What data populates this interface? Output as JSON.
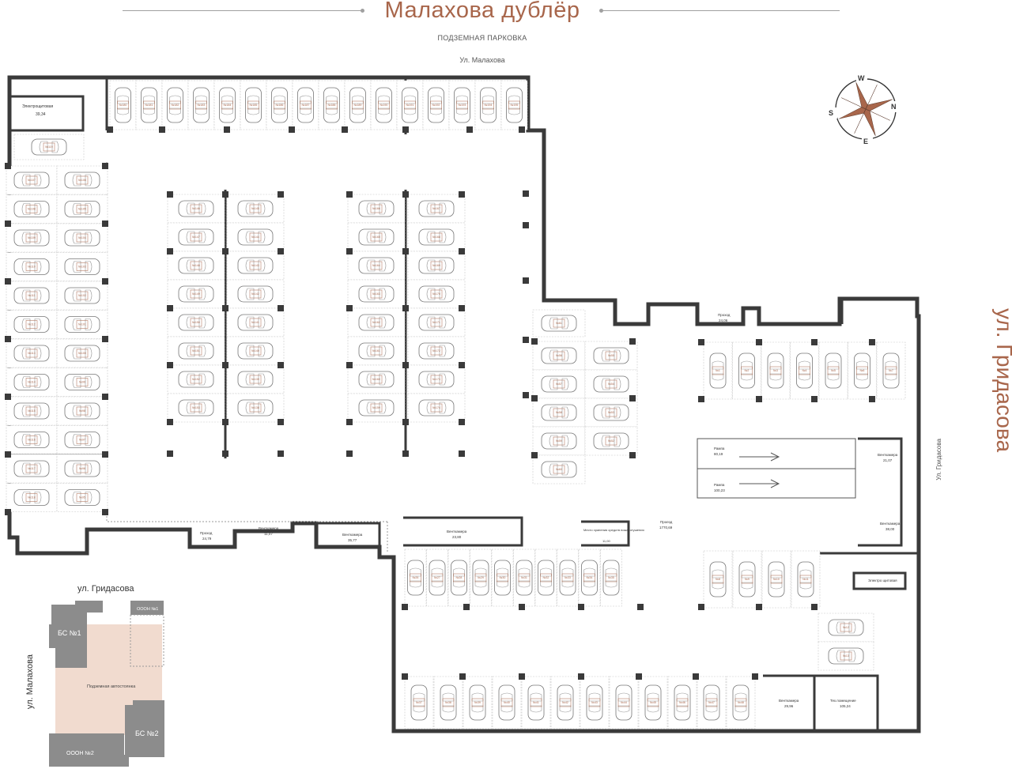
{
  "header": {
    "title": "Малахова дублёр",
    "subtitle": "ПОДЗЕМНАЯ ПАРКОВКА"
  },
  "streets": {
    "top": "Ул. Малахова",
    "right_big": "ул. Гридасова",
    "right_small": "Ул. Гридасова"
  },
  "compass": {
    "n": "N",
    "s": "S",
    "e": "E",
    "w": "W"
  },
  "rooms": {
    "elec": "Электрощитовая",
    "elec_area": "39,34",
    "vent_1": "Венткамера",
    "vent_1_area": "11,07",
    "vent_2": "Венткамера",
    "vent_2_area": "35,77",
    "vent_3": "Венткамера",
    "vent_3_area": "23,80",
    "vent_4": "Венткамера",
    "vent_4_area": "21,07",
    "vent_5": "Венткамера",
    "vent_5_area": "38,00",
    "vent_6": "Венткамера",
    "vent_6_area": "29,96",
    "pass_1": "Проход",
    "pass_1_area": "24,79",
    "pass_2": "Проход",
    "pass_2_area": "24,06",
    "drive": "Проезд",
    "drive_area": "1770,69",
    "ramp_1": "Рампа",
    "ramp_1_area": "80,19",
    "ramp_2": "Рампа",
    "ramp_2_area": "100,23",
    "storage": "Место хранения средств пожаротушения",
    "storage_area": "11,00",
    "elec_2": "Электро щитовая",
    "elec_2_area": "",
    "pump": "Тех.помещение",
    "pump_area": "105,24"
  },
  "keymap": {
    "street_top": "ул. Гридасова",
    "street_left": "ул. Малахова",
    "bs1": "БС №1",
    "bs2": "БС №2",
    "ooon1": "ОООН №1",
    "ooon2": "ОООН №2",
    "parking": "Подземная автостоянка"
  },
  "spots": {
    "top_row": [
      "№180",
      "№181",
      "№182",
      "№183",
      "№184",
      "№185",
      "№186",
      "№187",
      "№188",
      "№189",
      "№190",
      "№191",
      "№192",
      "№193",
      "№194",
      "№195"
    ],
    "left_col_a": [
      "№107",
      "№108",
      "№109",
      "№110",
      "№111",
      "№112",
      "№113",
      "№114",
      "№115",
      "№116",
      "№117",
      "№118"
    ],
    "left_col_b": [
      "№106",
      "№105",
      "№104",
      "№103",
      "№102",
      "№101",
      "№100",
      "№99",
      "№98",
      "№97",
      "№96",
      "№95"
    ],
    "mid1_a": [
      "№146",
      "№147",
      "№148",
      "№149",
      "№150",
      "№151",
      "№152",
      "№153"
    ],
    "mid1_b": [
      "№145",
      "№144",
      "№143",
      "№142",
      "№141",
      "№140",
      "№139",
      "№138"
    ],
    "mid2_a": [
      "№166",
      "№165",
      "№164",
      "№163",
      "№162",
      "№161",
      "№160",
      "№159"
    ],
    "mid2_b": [
      "№167",
      "№168",
      "№169",
      "№170",
      "№171",
      "№172",
      "№173",
      "№174"
    ],
    "right_block_a": [
      "№56",
      "№57",
      "№58",
      "№59",
      "№60"
    ],
    "right_block_b": [
      "№55",
      "№54",
      "№53",
      "№52"
    ],
    "east_row": [
      "№1",
      "№2",
      "№3",
      "№4",
      "№5",
      "№6",
      "№7"
    ],
    "mid_row": [
      "№26",
      "№27",
      "№28",
      "№29",
      "№30",
      "№31",
      "№32",
      "№33",
      "№34",
      "№35"
    ],
    "east_mid_row": [
      "№8",
      "№9",
      "№10",
      "№11"
    ],
    "east_side": [
      "№12",
      "№13"
    ],
    "bottom_row": [
      "№37",
      "№38",
      "№39",
      "№40",
      "№41",
      "№42",
      "№43",
      "№44",
      "№45",
      "№46",
      "№47",
      "№48"
    ]
  }
}
